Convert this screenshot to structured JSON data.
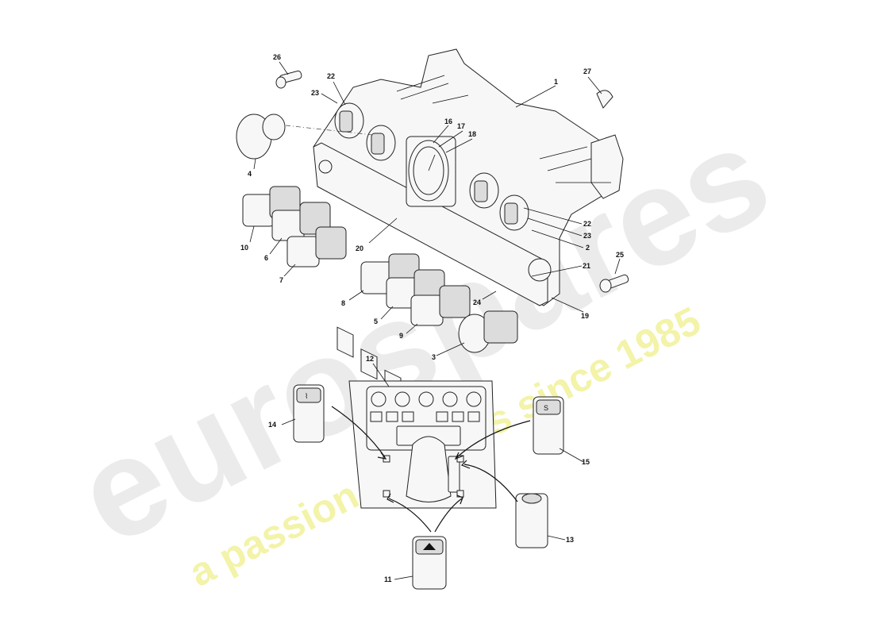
{
  "watermark": {
    "brand": "eurospares",
    "tagline": "a passion for parts since 1985",
    "brand_color": "#e8e8e8",
    "tagline_color": "#f3f3a8"
  },
  "callouts": {
    "c1": "1",
    "c2": "2",
    "c3": "3",
    "c4": "4",
    "c5": "5",
    "c6": "6",
    "c7": "7",
    "c8": "8",
    "c9": "9",
    "c10": "10",
    "c11": "11",
    "c12": "12",
    "c13": "13",
    "c14": "14",
    "c15": "15",
    "c16": "16",
    "c17": "17",
    "c18": "18",
    "c19": "19",
    "c20": "20",
    "c21": "21",
    "c22a": "22",
    "c22b": "22",
    "c23a": "23",
    "c23b": "23",
    "c24": "24",
    "c25": "25",
    "c26": "26",
    "c27": "27"
  },
  "switch_icons": {
    "c14_symbol": "wiper-icon",
    "c15_symbol": "sport-mode-icon",
    "c13_symbol": "round-knob-icon",
    "c11_symbol": "hazard-arrow-icon"
  }
}
